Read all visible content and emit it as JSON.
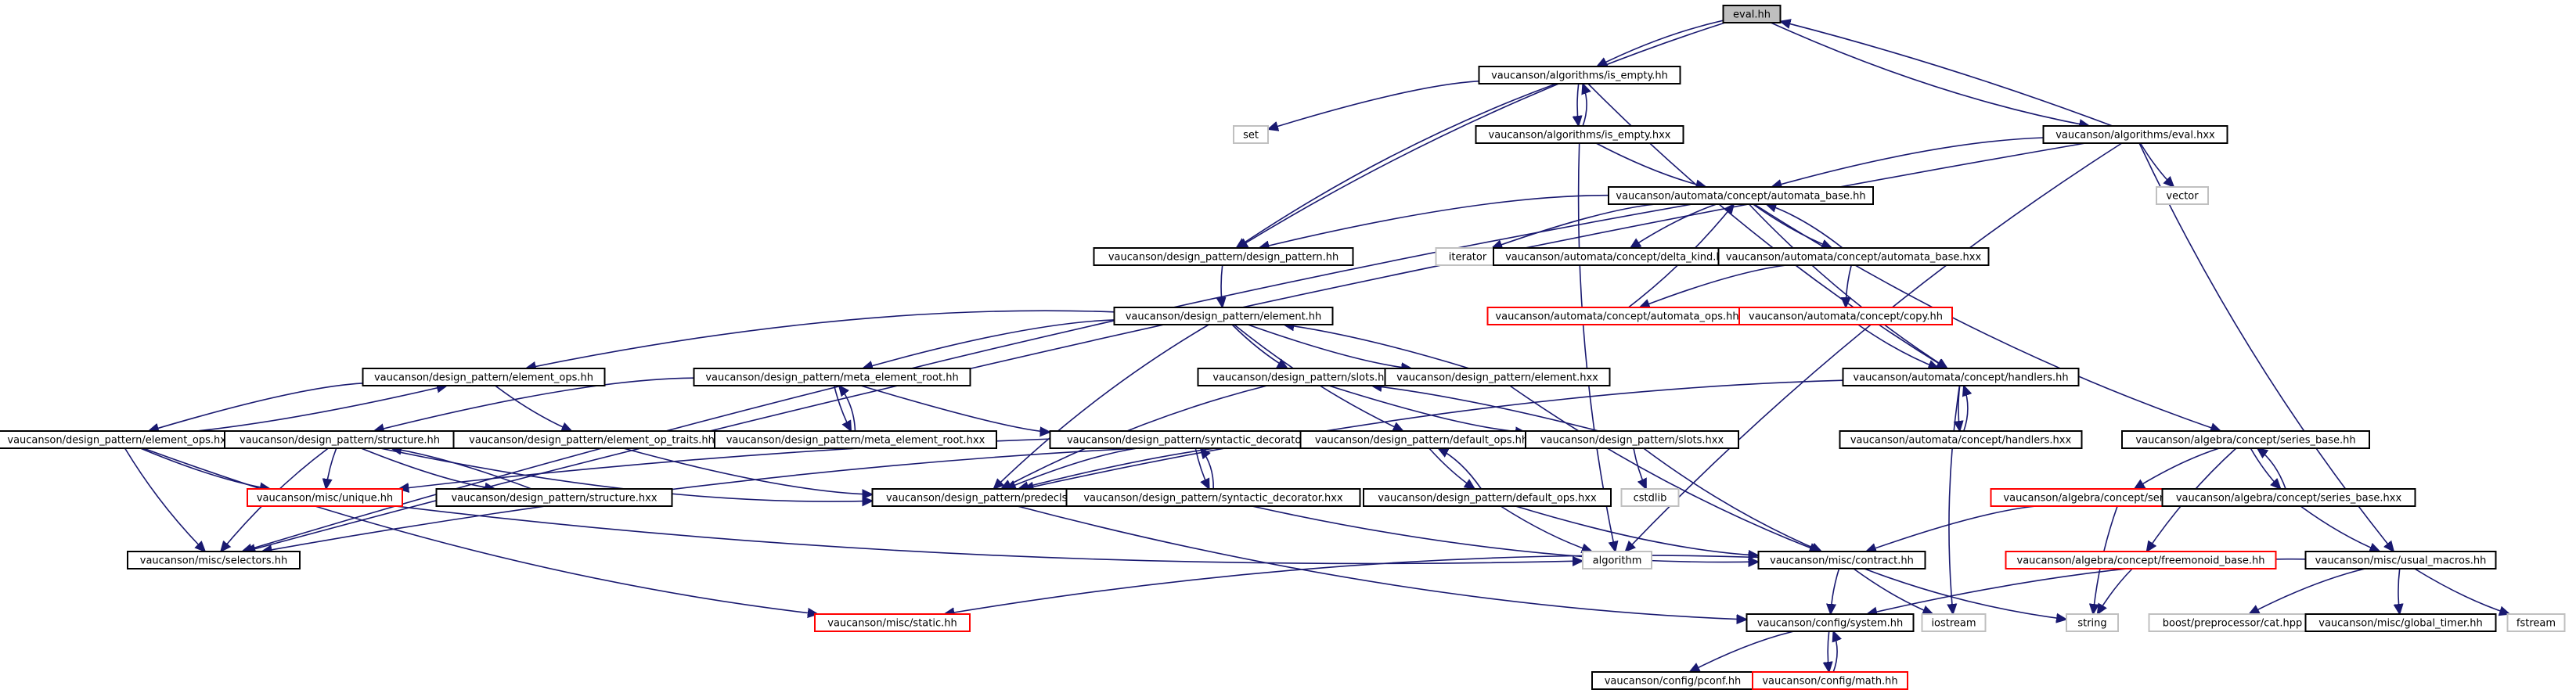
{
  "graph": {
    "title": "",
    "colors": {
      "edge": "#191970",
      "root_fill": "#bfbfbf",
      "normal_border": "#000000",
      "external_border": "#c0c0c0",
      "link_border": "#ff0000"
    },
    "nodes": [
      {
        "id": "n0",
        "label": "eval.hh",
        "kind": "root"
      },
      {
        "id": "n1",
        "label": "vaucanson/algorithms/is_empty.hh",
        "kind": "normal"
      },
      {
        "id": "n2",
        "label": "set",
        "kind": "external"
      },
      {
        "id": "n3",
        "label": "vaucanson/algorithms/is_empty.hxx",
        "kind": "normal"
      },
      {
        "id": "n4",
        "label": "vaucanson/algorithms/eval.hxx",
        "kind": "normal"
      },
      {
        "id": "n5",
        "label": "vector",
        "kind": "external"
      },
      {
        "id": "n6",
        "label": "vaucanson/automata/concept/automata_base.hh",
        "kind": "normal"
      },
      {
        "id": "n7",
        "label": "vaucanson/design_pattern/design_pattern.hh",
        "kind": "normal"
      },
      {
        "id": "n8",
        "label": "iterator",
        "kind": "external"
      },
      {
        "id": "n9",
        "label": "vaucanson/automata/concept/delta_kind.hh",
        "kind": "normal"
      },
      {
        "id": "n10",
        "label": "vaucanson/automata/concept/automata_base.hxx",
        "kind": "normal"
      },
      {
        "id": "n11",
        "label": "vaucanson/automata/concept/automata_ops.hh",
        "kind": "link"
      },
      {
        "id": "n12",
        "label": "vaucanson/automata/concept/copy.hh",
        "kind": "link"
      },
      {
        "id": "n13",
        "label": "vaucanson/design_pattern/element.hh",
        "kind": "normal"
      },
      {
        "id": "n14",
        "label": "vaucanson/design_pattern/element_ops.hh",
        "kind": "normal"
      },
      {
        "id": "n15",
        "label": "vaucanson/design_pattern/meta_element_root.hh",
        "kind": "normal"
      },
      {
        "id": "n16",
        "label": "vaucanson/design_pattern/slots.hh",
        "kind": "normal"
      },
      {
        "id": "n17",
        "label": "vaucanson/design_pattern/element.hxx",
        "kind": "normal"
      },
      {
        "id": "n18",
        "label": "vaucanson/automata/concept/handlers.hh",
        "kind": "normal"
      },
      {
        "id": "n19",
        "label": "vaucanson/design_pattern/element_ops.hxx",
        "kind": "normal"
      },
      {
        "id": "n20",
        "label": "vaucanson/design_pattern/structure.hh",
        "kind": "normal"
      },
      {
        "id": "n21",
        "label": "vaucanson/design_pattern/element_op_traits.hh",
        "kind": "normal"
      },
      {
        "id": "n22",
        "label": "vaucanson/design_pattern/meta_element_root.hxx",
        "kind": "normal"
      },
      {
        "id": "n23",
        "label": "vaucanson/design_pattern/syntactic_decorator.hh",
        "kind": "normal"
      },
      {
        "id": "n24",
        "label": "vaucanson/design_pattern/default_ops.hh",
        "kind": "normal"
      },
      {
        "id": "n25",
        "label": "vaucanson/design_pattern/slots.hxx",
        "kind": "normal"
      },
      {
        "id": "n26",
        "label": "vaucanson/automata/concept/handlers.hxx",
        "kind": "normal"
      },
      {
        "id": "n27",
        "label": "vaucanson/algebra/concept/series_base.hh",
        "kind": "normal"
      },
      {
        "id": "n28",
        "label": "vaucanson/misc/unique.hh",
        "kind": "link"
      },
      {
        "id": "n29",
        "label": "vaucanson/design_pattern/structure.hxx",
        "kind": "normal"
      },
      {
        "id": "n30",
        "label": "vaucanson/design_pattern/predecls.hh",
        "kind": "normal"
      },
      {
        "id": "n31",
        "label": "vaucanson/design_pattern/syntactic_decorator.hxx",
        "kind": "normal"
      },
      {
        "id": "n32",
        "label": "vaucanson/design_pattern/default_ops.hxx",
        "kind": "normal"
      },
      {
        "id": "n33",
        "label": "cstdlib",
        "kind": "external"
      },
      {
        "id": "n34",
        "label": "vaucanson/algebra/concept/semiring_base.hh",
        "kind": "link"
      },
      {
        "id": "n35",
        "label": "vaucanson/algebra/concept/series_base.hxx",
        "kind": "normal"
      },
      {
        "id": "n36",
        "label": "vaucanson/misc/selectors.hh",
        "kind": "normal"
      },
      {
        "id": "n37",
        "label": "algorithm",
        "kind": "external"
      },
      {
        "id": "n38",
        "label": "vaucanson/misc/contract.hh",
        "kind": "normal"
      },
      {
        "id": "n39",
        "label": "vaucanson/algebra/concept/freemonoid_base.hh",
        "kind": "link"
      },
      {
        "id": "n40",
        "label": "vaucanson/misc/usual_macros.hh",
        "kind": "normal"
      },
      {
        "id": "n41",
        "label": "vaucanson/misc/static.hh",
        "kind": "link"
      },
      {
        "id": "n42",
        "label": "vaucanson/config/system.hh",
        "kind": "normal"
      },
      {
        "id": "n43",
        "label": "iostream",
        "kind": "external"
      },
      {
        "id": "n44",
        "label": "string",
        "kind": "external"
      },
      {
        "id": "n45",
        "label": "boost/preprocessor/cat.hpp",
        "kind": "external"
      },
      {
        "id": "n46",
        "label": "vaucanson/misc/global_timer.hh",
        "kind": "normal"
      },
      {
        "id": "n47",
        "label": "fstream",
        "kind": "external"
      },
      {
        "id": "n48",
        "label": "vaucanson/config/pconf.hh",
        "kind": "normal"
      },
      {
        "id": "n49",
        "label": "vaucanson/config/math.hh",
        "kind": "link"
      }
    ],
    "edges": [
      [
        "n0",
        "n1"
      ],
      [
        "n0",
        "n7"
      ],
      [
        "n0",
        "n4"
      ],
      [
        "n1",
        "n2"
      ],
      [
        "n1",
        "n3"
      ],
      [
        "n1",
        "n7"
      ],
      [
        "n1",
        "n18"
      ],
      [
        "n3",
        "n1"
      ],
      [
        "n3",
        "n6"
      ],
      [
        "n3",
        "n37"
      ],
      [
        "n4",
        "n0"
      ],
      [
        "n4",
        "n5"
      ],
      [
        "n4",
        "n6"
      ],
      [
        "n4",
        "n36"
      ],
      [
        "n4",
        "n37"
      ],
      [
        "n4",
        "n40"
      ],
      [
        "n6",
        "n7"
      ],
      [
        "n6",
        "n8"
      ],
      [
        "n6",
        "n9"
      ],
      [
        "n6",
        "n10"
      ],
      [
        "n6",
        "n18"
      ],
      [
        "n6",
        "n27"
      ],
      [
        "n6",
        "n36"
      ],
      [
        "n7",
        "n13"
      ],
      [
        "n10",
        "n6"
      ],
      [
        "n10",
        "n11"
      ],
      [
        "n10",
        "n12"
      ],
      [
        "n11",
        "n6"
      ],
      [
        "n12",
        "n18"
      ],
      [
        "n13",
        "n14"
      ],
      [
        "n13",
        "n15"
      ],
      [
        "n13",
        "n16"
      ],
      [
        "n13",
        "n17"
      ],
      [
        "n13",
        "n24"
      ],
      [
        "n13",
        "n30"
      ],
      [
        "n14",
        "n19"
      ],
      [
        "n14",
        "n21"
      ],
      [
        "n15",
        "n20"
      ],
      [
        "n15",
        "n23"
      ],
      [
        "n15",
        "n22"
      ],
      [
        "n16",
        "n30"
      ],
      [
        "n16",
        "n25"
      ],
      [
        "n17",
        "n13"
      ],
      [
        "n17",
        "n38"
      ],
      [
        "n18",
        "n26"
      ],
      [
        "n18",
        "n30"
      ],
      [
        "n18",
        "n43"
      ],
      [
        "n19",
        "n14"
      ],
      [
        "n19",
        "n36"
      ],
      [
        "n19",
        "n28"
      ],
      [
        "n19",
        "n41"
      ],
      [
        "n20",
        "n28"
      ],
      [
        "n20",
        "n29"
      ],
      [
        "n20",
        "n36"
      ],
      [
        "n20",
        "n30"
      ],
      [
        "n21",
        "n30"
      ],
      [
        "n22",
        "n15"
      ],
      [
        "n23",
        "n30"
      ],
      [
        "n23",
        "n31"
      ],
      [
        "n24",
        "n30"
      ],
      [
        "n24",
        "n32"
      ],
      [
        "n24",
        "n36"
      ],
      [
        "n25",
        "n16"
      ],
      [
        "n25",
        "n28"
      ],
      [
        "n25",
        "n33"
      ],
      [
        "n25",
        "n38"
      ],
      [
        "n26",
        "n18"
      ],
      [
        "n27",
        "n34"
      ],
      [
        "n27",
        "n35"
      ],
      [
        "n27",
        "n39"
      ],
      [
        "n28",
        "n37"
      ],
      [
        "n29",
        "n20"
      ],
      [
        "n30",
        "n42"
      ],
      [
        "n31",
        "n23"
      ],
      [
        "n31",
        "n38"
      ],
      [
        "n32",
        "n24"
      ],
      [
        "n32",
        "n37"
      ],
      [
        "n32",
        "n38"
      ],
      [
        "n34",
        "n38"
      ],
      [
        "n34",
        "n44"
      ],
      [
        "n35",
        "n27"
      ],
      [
        "n35",
        "n40"
      ],
      [
        "n38",
        "n41"
      ],
      [
        "n38",
        "n42"
      ],
      [
        "n38",
        "n43"
      ],
      [
        "n38",
        "n44"
      ],
      [
        "n39",
        "n44"
      ],
      [
        "n40",
        "n45"
      ],
      [
        "n40",
        "n46"
      ],
      [
        "n40",
        "n47"
      ],
      [
        "n40",
        "n42"
      ],
      [
        "n42",
        "n48"
      ],
      [
        "n42",
        "n49"
      ],
      [
        "n49",
        "n42"
      ]
    ]
  }
}
